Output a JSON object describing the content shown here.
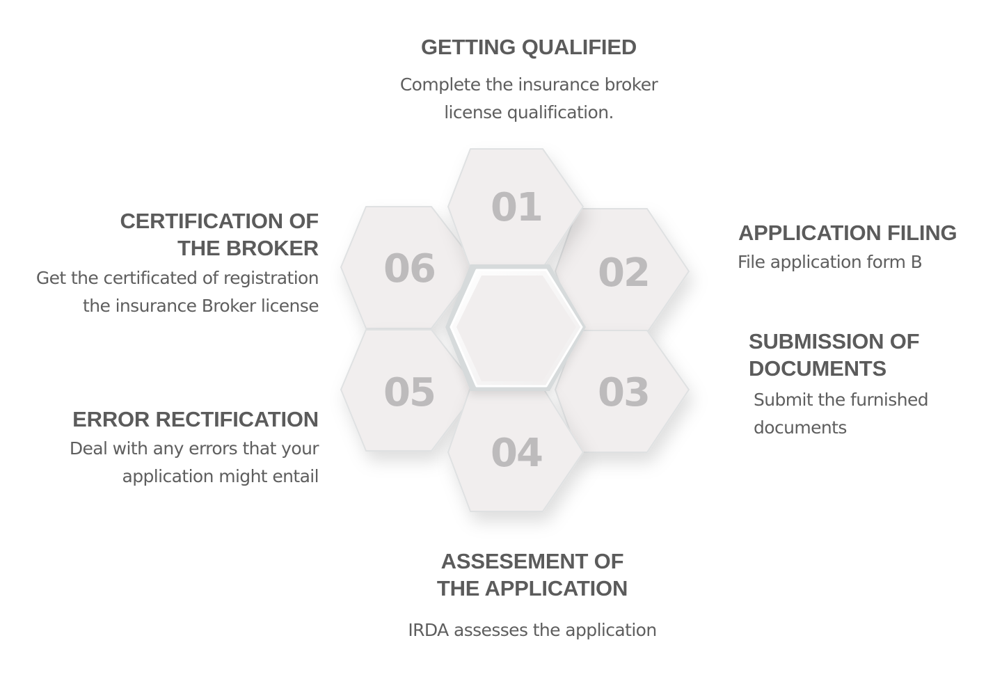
{
  "diagram": {
    "center_label": "",
    "colors": {
      "background": "#ffffff",
      "hex_fill": "#f1eeee",
      "hex_edge": "#d9dcdd",
      "number": "#bdbbbc",
      "title": "#5b5b5b",
      "description": "#5e5e5e"
    },
    "hexagons": [
      {
        "number": "01"
      },
      {
        "number": "02"
      },
      {
        "number": "03"
      },
      {
        "number": "04"
      },
      {
        "number": "05"
      },
      {
        "number": "06"
      }
    ]
  },
  "steps": [
    {
      "number": "01",
      "title_lines": [
        "GETTING QUALIFIED"
      ],
      "description_lines": [
        "Complete the insurance broker",
        "license qualification."
      ]
    },
    {
      "number": "02",
      "title_lines": [
        "APPLICATION FILING"
      ],
      "description_lines": [
        "File application form B"
      ]
    },
    {
      "number": "03",
      "title_lines": [
        "SUBMISSION OF",
        "DOCUMENTS"
      ],
      "description_lines": [
        "Submit the furnished",
        "documents"
      ]
    },
    {
      "number": "04",
      "title_lines": [
        "ASSESEMENT OF",
        "THE APPLICATION"
      ],
      "description_lines": [
        "IRDA assesses the application"
      ]
    },
    {
      "number": "05",
      "title_lines": [
        "ERROR RECTIFICATION"
      ],
      "description_lines": [
        "Deal with any errors that your",
        "application might entail"
      ]
    },
    {
      "number": "06",
      "title_lines": [
        "CERTIFICATION OF",
        "THE BROKER"
      ],
      "description_lines": [
        "Get the certificated of registration",
        "the insurance Broker license"
      ]
    }
  ]
}
